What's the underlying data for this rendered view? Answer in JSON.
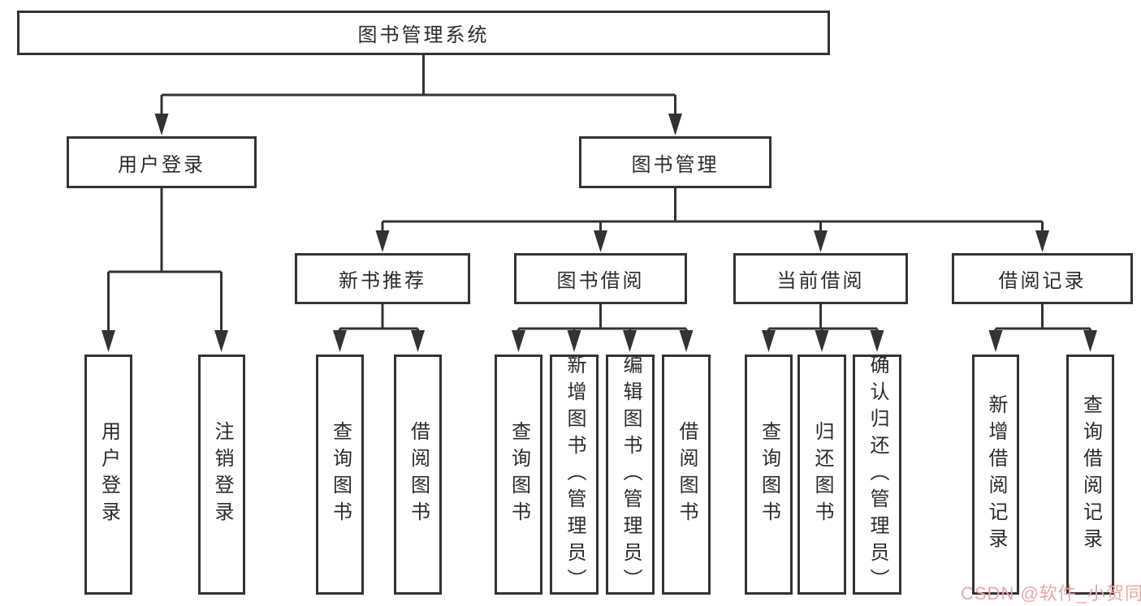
{
  "diagram_type": "tree",
  "tree": {
    "root": "图书管理系统",
    "branches": [
      {
        "label": "用户登录",
        "leaves": [
          "用户登录",
          "注销登录"
        ]
      },
      {
        "label": "图书管理",
        "groups": [
          {
            "label": "新书推荐",
            "leaves": [
              "查询图书",
              "借阅图书"
            ]
          },
          {
            "label": "图书借阅",
            "leaves": [
              "查询图书",
              "新增图书（管理员）",
              "编辑图书（管理员）",
              "借阅图书"
            ]
          },
          {
            "label": "当前借阅",
            "leaves": [
              "查询图书",
              "归还图书",
              "确认归还（管理员）"
            ]
          },
          {
            "label": "借阅记录",
            "leaves": [
              "新增借阅记录",
              "查询借阅记录"
            ]
          }
        ]
      }
    ]
  },
  "watermark": {
    "text": "CSDN @软件_小贺同学",
    "color": "#eba6a6"
  },
  "colors": {
    "stroke": "#333333",
    "box_background": "#ffffff",
    "text": "#2b2b2b",
    "page_background": "#ffffff"
  }
}
